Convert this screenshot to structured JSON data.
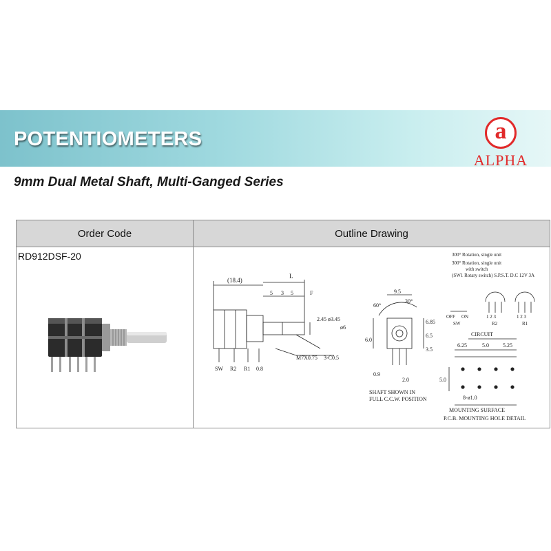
{
  "banner": {
    "title": "POTENTIOMETERS"
  },
  "subtitle": "9mm Dual Metal Shaft, Multi-Ganged Series",
  "logo": {
    "letter": "a",
    "name": "ALPHA"
  },
  "colors": {
    "banner": "#8fd0d8",
    "brand_red": "#e12a2a",
    "header_gray": "#d7d7d7"
  },
  "table": {
    "headers": [
      "Order Code",
      "Outline Drawing"
    ],
    "rows": [
      {
        "order_code": "RD912DSF-20"
      }
    ]
  },
  "drawing": {
    "dims": {
      "d184": "(18.4)",
      "L": "L",
      "d5a": "5",
      "d3": "3",
      "d5b": "5",
      "F": "F",
      "d245": "2.45",
      "d345": "ø3.45",
      "d6a": "ø6",
      "d6b": "6.0",
      "d08": "0.8",
      "thread": "M7X0.75",
      "chamfer": "3-C0.5",
      "ang60": "60°",
      "ang30": "30°",
      "d95": "9.5",
      "d685": "6.85",
      "d65": "6.5",
      "d35": "3.5",
      "d09": "0.9",
      "d20": "2.0",
      "d625": "6.25",
      "d50": "5.0",
      "d525": "5.25",
      "d50v": "5.0",
      "hole": "8-ø1.0"
    },
    "pins": [
      "SW",
      "R2",
      "R1",
      "0.8"
    ],
    "notes": {
      "rot1": "300° Rotation, single unit",
      "rot2a": "300° Rotation, single unit",
      "rot2b": "with switch",
      "rot2c": "(SW1 Rotary switch) S.P.S.T. D.C 12V 3A",
      "shaft1": "SHAFT SHOWN IN",
      "shaft2": "FULL C.C.W. POSITION",
      "mounting": "MOUNTING SURFACE",
      "pcb": "P.C.B. MOUNTING HOLE DETAIL",
      "circuit": "CIRCUIT"
    },
    "circuit_labels": {
      "off": "OFF",
      "on": "ON",
      "sw": "SW",
      "r2": "R2",
      "r1": "R1",
      "n123a": "1 2 3",
      "n123b": "1 2 3"
    }
  }
}
